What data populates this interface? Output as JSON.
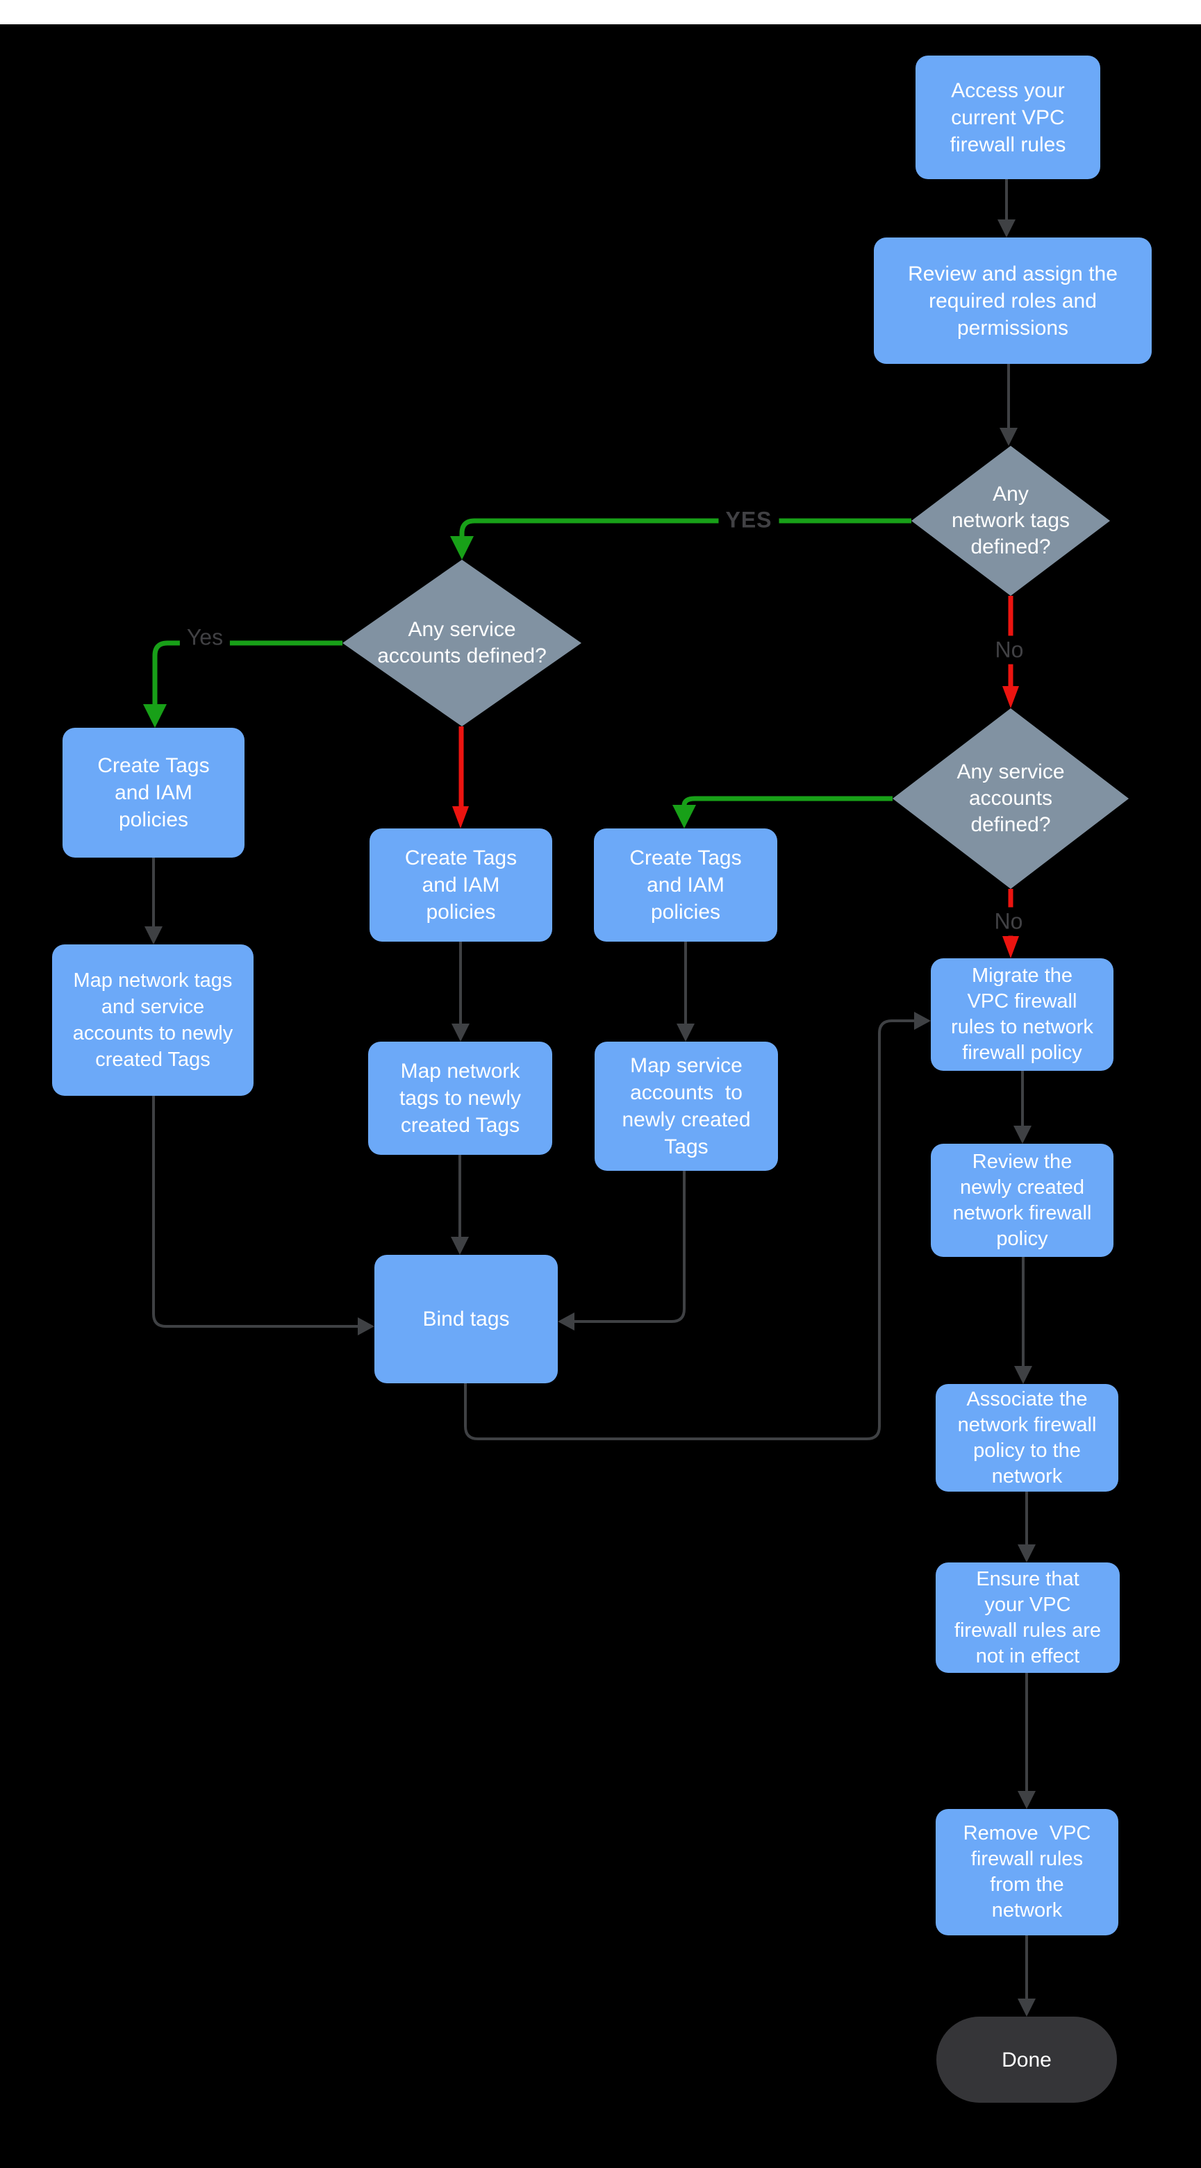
{
  "colors": {
    "bg": "#000000",
    "strip": "#ffffff",
    "blue": "#6ca9f8",
    "diamond": "#8192a2",
    "pill": "#353538",
    "line": "#3f4144",
    "green": "#18a018",
    "red": "#ec1410",
    "label": "#414144",
    "text": "#ffffff"
  },
  "flowchart": {
    "nodes": {
      "access": {
        "label": "Access your\ncurrent VPC\nfirewall rules"
      },
      "review": {
        "label": "Review and assign the\nrequired roles and\npermissions"
      },
      "any_network_tags": {
        "label": "Any\nnetwork tags\ndefined?"
      },
      "any_service_accounts_left": {
        "label": "Any service\naccounts defined?"
      },
      "any_service_accounts_right": {
        "label": "Any service\naccounts\ndefined?"
      },
      "create_tags_left": {
        "label": "Create Tags\nand IAM\npolicies"
      },
      "map_left": {
        "label": "Map network tags\nand service\naccounts to newly\ncreated Tags"
      },
      "create_tags_middle": {
        "label": "Create Tags\nand IAM\npolicies"
      },
      "create_tags_right": {
        "label": "Create Tags\nand IAM\npolicies"
      },
      "map_middle": {
        "label": "Map network\ntags to newly\ncreated Tags"
      },
      "map_right": {
        "label": "Map service\naccounts  to\nnewly created\nTags"
      },
      "bind_tags": {
        "label": "Bind tags"
      },
      "migrate": {
        "label": "Migrate the\nVPC firewall\nrules to network\nfirewall policy"
      },
      "review_policy": {
        "label": "Review the\nnewly created\nnetwork firewall\npolicy"
      },
      "associate": {
        "label": "Associate the\nnetwork firewall\npolicy to the\nnetwork"
      },
      "ensure": {
        "label": "Ensure that\nyour VPC\nfirewall rules are\nnot in effect"
      },
      "remove": {
        "label": "Remove  VPC\nfirewall rules\nfrom the\nnetwork"
      },
      "done": {
        "label": "Done"
      }
    },
    "edge_labels": {
      "yes_upper": "YES",
      "yes": "Yes",
      "no_top": "No",
      "no_bottom": "No"
    },
    "edges": [
      {
        "from": "access",
        "to": "review",
        "color": "gray",
        "label": ""
      },
      {
        "from": "review",
        "to": "any_network_tags",
        "color": "gray",
        "label": ""
      },
      {
        "from": "any_network_tags",
        "to": "any_service_accounts_left",
        "color": "green",
        "label": "YES"
      },
      {
        "from": "any_network_tags",
        "to": "any_service_accounts_right",
        "color": "red",
        "label": "No"
      },
      {
        "from": "any_service_accounts_left",
        "to": "create_tags_left",
        "color": "green",
        "label": "Yes"
      },
      {
        "from": "any_service_accounts_left",
        "to": "create_tags_middle",
        "color": "red",
        "label": ""
      },
      {
        "from": "any_service_accounts_right",
        "to": "create_tags_right",
        "color": "green",
        "label": ""
      },
      {
        "from": "any_service_accounts_right",
        "to": "migrate",
        "color": "red",
        "label": "No"
      },
      {
        "from": "create_tags_left",
        "to": "map_left",
        "color": "gray",
        "label": ""
      },
      {
        "from": "map_left",
        "to": "bind_tags",
        "color": "gray",
        "label": ""
      },
      {
        "from": "create_tags_middle",
        "to": "map_middle",
        "color": "gray",
        "label": ""
      },
      {
        "from": "map_middle",
        "to": "bind_tags",
        "color": "gray",
        "label": ""
      },
      {
        "from": "create_tags_right",
        "to": "map_right",
        "color": "gray",
        "label": ""
      },
      {
        "from": "map_right",
        "to": "bind_tags",
        "color": "gray",
        "label": ""
      },
      {
        "from": "bind_tags",
        "to": "migrate",
        "color": "gray",
        "label": ""
      },
      {
        "from": "migrate",
        "to": "review_policy",
        "color": "gray",
        "label": ""
      },
      {
        "from": "review_policy",
        "to": "associate",
        "color": "gray",
        "label": ""
      },
      {
        "from": "associate",
        "to": "ensure",
        "color": "gray",
        "label": ""
      },
      {
        "from": "ensure",
        "to": "remove",
        "color": "gray",
        "label": ""
      },
      {
        "from": "remove",
        "to": "done",
        "color": "gray",
        "label": ""
      }
    ]
  }
}
